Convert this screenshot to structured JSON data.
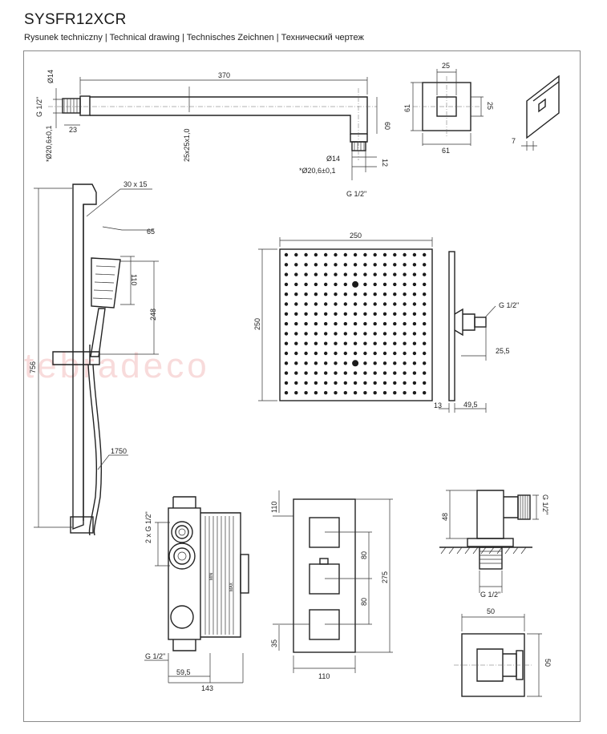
{
  "header": {
    "model": "SYSFR12XCR",
    "subtitle": "Rysunek techniczny | Technical drawing | Technisches Zeichnen | Технический чертеж"
  },
  "watermark": "tebradeco",
  "dimensions": {
    "arm_dia14": "Ø14",
    "arm_thread": "G 1/2\"",
    "arm_dia_tol": "*Ø20,6±0,1",
    "arm_23": "23",
    "arm_370": "370",
    "arm_section": "25x25x1,0",
    "arm_60": "60",
    "arm_outlet_dia14": "Ø14",
    "arm_12": "12",
    "arm_outlet_tol": "*Ø20,6±0,1",
    "arm_outlet_thread": "G 1/2\"",
    "flange_25_top": "25",
    "flange_61_left": "61",
    "flange_25_right": "25",
    "flange_61_bottom": "61",
    "flange_7": "7",
    "rail_30x15": "30 x 15",
    "rail_65": "65",
    "rail_110": "110",
    "rail_248": "248",
    "rail_756": "756",
    "rail_1750": "1750",
    "head_250_w": "250",
    "head_250_h": "250",
    "head_thread": "G 1/2\"",
    "head_25_5": "25,5",
    "head_13": "13",
    "head_49_5": "49,5",
    "valve_inlets": "2 x G 1/2\"",
    "valve_thread": "G 1/2\"",
    "valve_59_5": "59,5",
    "valve_143": "143",
    "valve_min": "MIN",
    "valve_max": "MAX",
    "plate_110_top": "110",
    "plate_80_a": "80",
    "plate_275": "275",
    "plate_80_b": "80",
    "plate_35": "35",
    "plate_110_w": "110",
    "elbow_thread_side": "G 1/2\"",
    "elbow_48": "48",
    "elbow_thread_bottom": "G 1/2\"",
    "elbow_50_top": "50",
    "elbow_50_right": "50"
  }
}
